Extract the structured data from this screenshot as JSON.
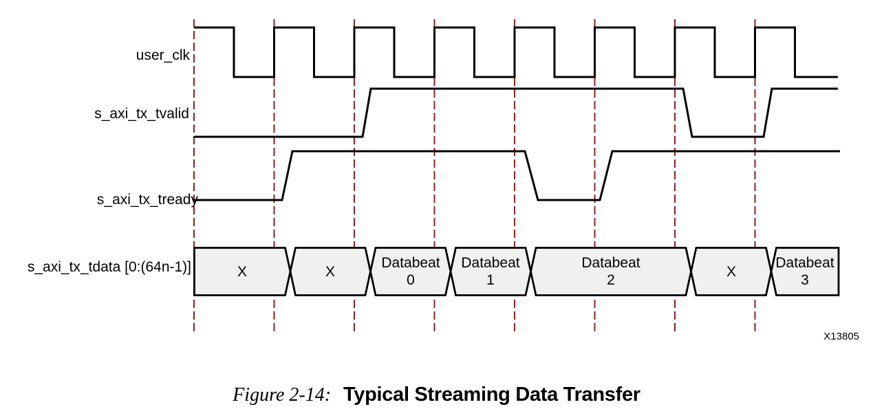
{
  "signals": [
    {
      "label": "user_clk"
    },
    {
      "label": "s_axi_tx_tvalid"
    },
    {
      "label": "s_axi_tx_tready"
    },
    {
      "label": "s_axi_tx_tdata [0:(64n-1)]"
    }
  ],
  "tdata_segments": [
    {
      "line1": "X",
      "line2": ""
    },
    {
      "line1": "X",
      "line2": ""
    },
    {
      "line1": "Databeat",
      "line2": "0"
    },
    {
      "line1": "Databeat",
      "line2": "1"
    },
    {
      "line1": "Databeat",
      "line2": "2"
    },
    {
      "line1": "X",
      "line2": ""
    },
    {
      "line1": "Databeat",
      "line2": "3"
    }
  ],
  "timing": {
    "clock_cycles": 8,
    "tvalid_per_cycle": [
      0,
      0,
      1,
      1,
      1,
      1,
      0,
      1
    ],
    "tready_per_cycle": [
      0,
      1,
      1,
      1,
      0,
      1,
      1,
      1
    ],
    "tdata_per_cycle": [
      "X",
      "X",
      "Databeat 0",
      "Databeat 1",
      "Databeat 2",
      "Databeat 2",
      "X",
      "Databeat 3"
    ]
  },
  "caption": {
    "figure_label": "Figure 2-14:",
    "title": "Typical Streaming Data Transfer"
  },
  "watermark": "X13805",
  "colors": {
    "wave": "#000000",
    "grid_dash": "#8a2121",
    "bus_fill": "#f0f0f0"
  }
}
